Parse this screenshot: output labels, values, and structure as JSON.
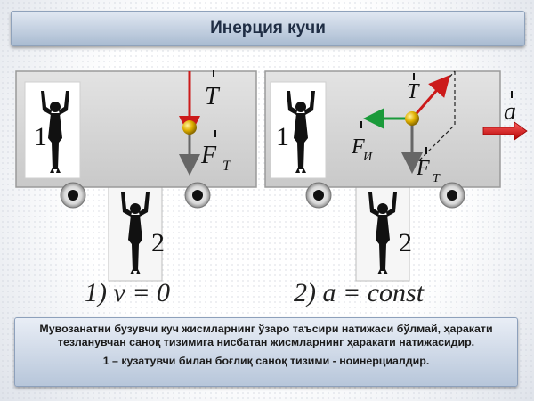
{
  "title": "Инерция кучи",
  "panel1": {
    "observer_label": "1",
    "ground_label": "2",
    "force_label_t": "T",
    "force_label_ft": "F",
    "force_label_ft_sub": "T",
    "caption_num": "1)",
    "caption_eq": "v = 0"
  },
  "panel2": {
    "observer_label": "1",
    "ground_label": "2",
    "force_label_t": "T",
    "force_label_fi": "F",
    "force_label_fi_sub": "И",
    "force_label_ft": "F",
    "force_label_ft_sub": "T",
    "accel_label": "a",
    "caption_num": "2)",
    "caption_eq": "a = const"
  },
  "info": {
    "line1": "Мувозанатни бузувчи куч жисмларнинг ўзаро таъсири натижаси бўлмай, ҳаракати тезланувчан саноқ тизимига нисбатан жисмларнинг ҳаракати натижасидир.",
    "line2": "1 – кузатувчи билан боғлиқ саноқ тизими - ноинерциалдир."
  },
  "colors": {
    "tension_arrow": "#cc1a1a",
    "gravity_arrow": "#666666",
    "inertia_arrow": "#1a9a3a",
    "accel_arrow": "#e02020",
    "ball": "#d9a400"
  }
}
